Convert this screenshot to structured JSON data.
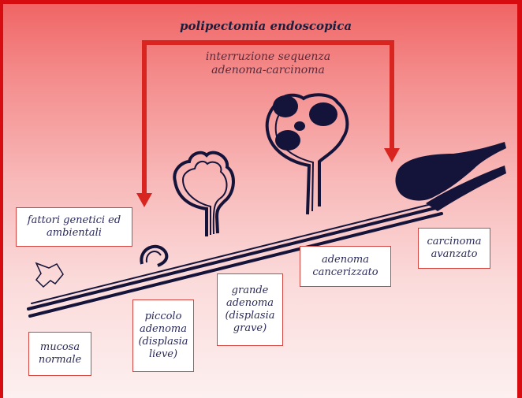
{
  "title": "polipectomia endoscopica",
  "subtitle": [
    "interruzione sequenza",
    "adenoma-carcinoma"
  ],
  "labels": {
    "factors": [
      "fattori genetici ed",
      "ambientali"
    ],
    "normal": [
      "mucosa",
      "normale"
    ],
    "small": [
      "piccolo",
      "adenoma",
      "(displasia",
      "lieve)"
    ],
    "large": [
      "grande",
      "adenoma",
      "(displasia",
      "grave)"
    ],
    "cancerized": [
      "adenoma",
      "cancerizzato"
    ],
    "advanced": [
      "carcinoma",
      "avanzato"
    ]
  },
  "colors": {
    "frame": "#d60c10",
    "arrow": "#d8251f",
    "tissue": "#14143a"
  }
}
